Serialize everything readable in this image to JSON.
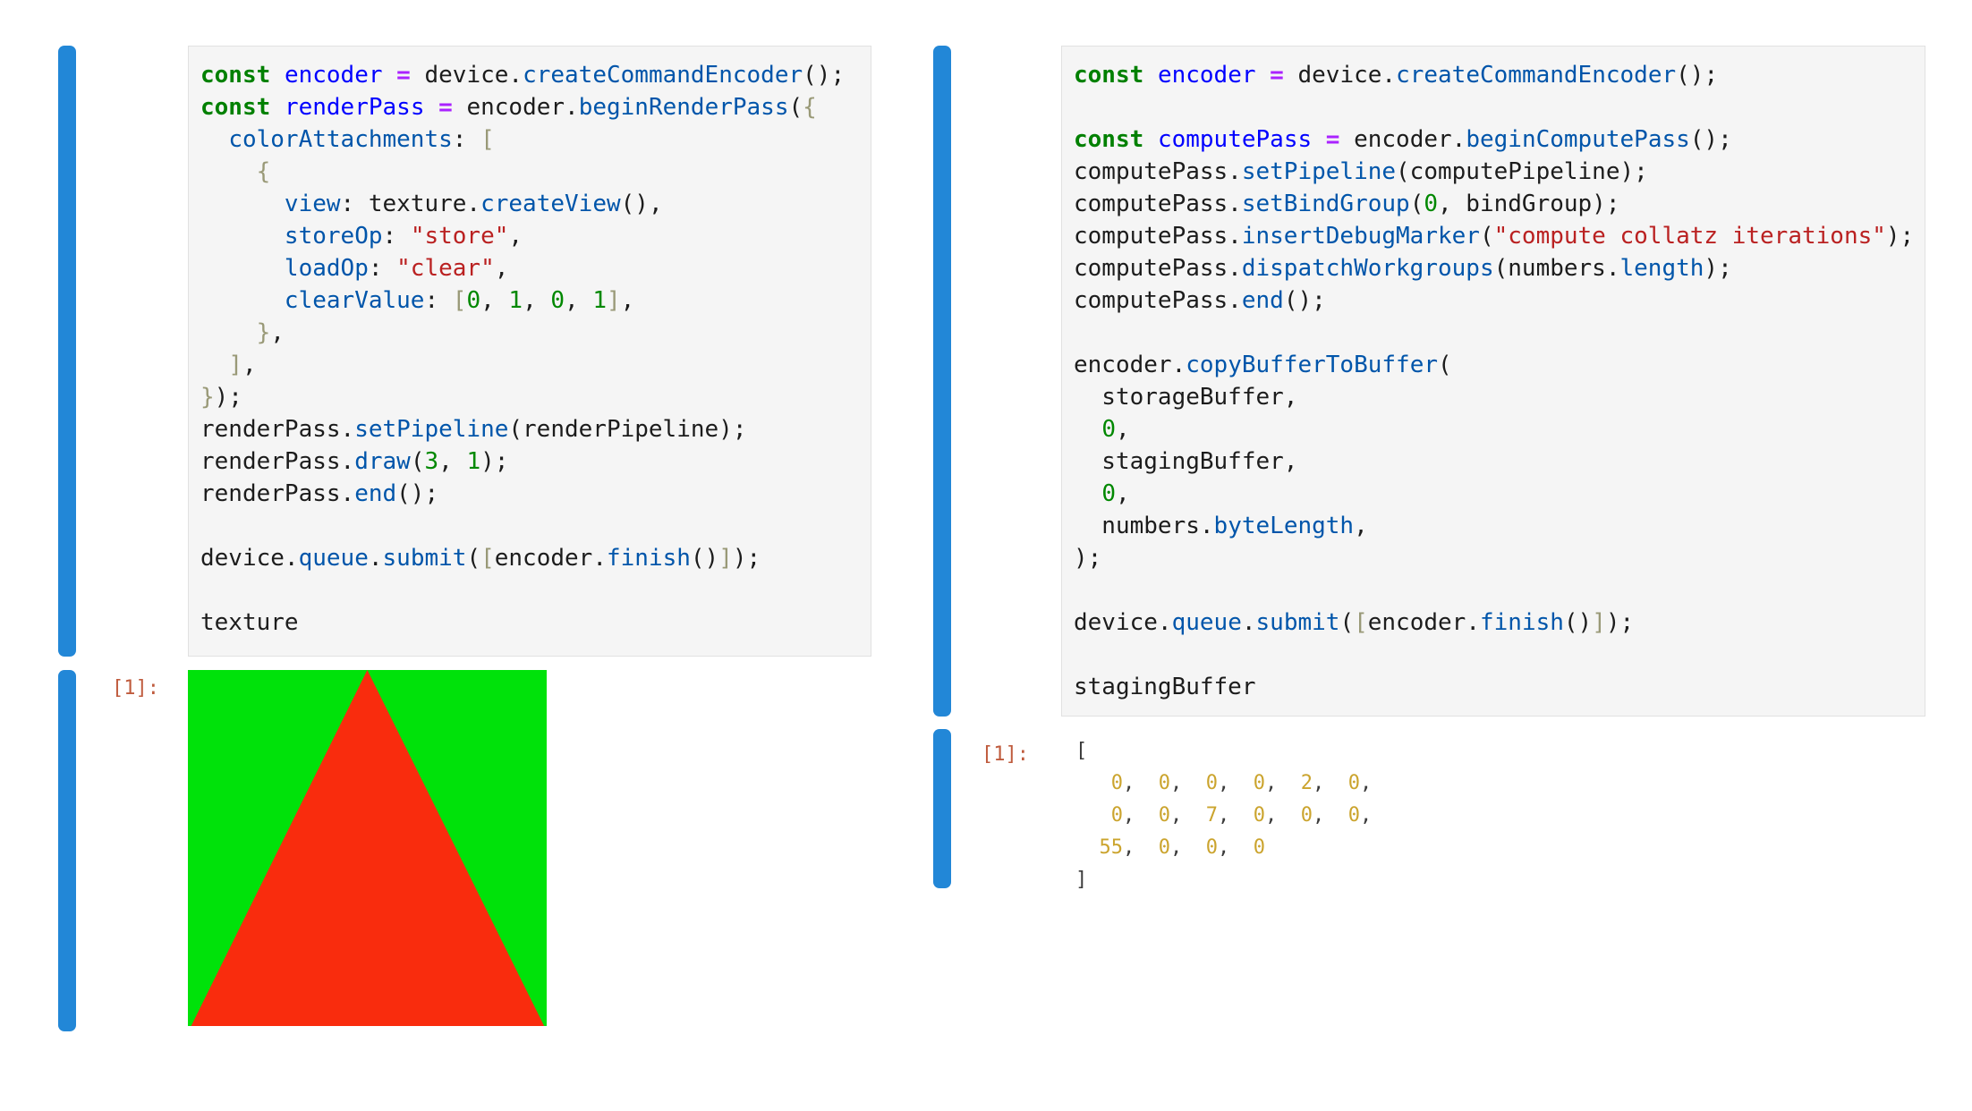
{
  "colors": {
    "bar": "#2287d7",
    "cell-bg": "#f5f5f5",
    "cell-border": "#e1e1e1",
    "prompt": "#bf5b3d",
    "kw": "#008000",
    "def": "#0000ff",
    "op": "#aa22ff",
    "prop": "#0055aa",
    "str": "#ba2121",
    "num": "#008800",
    "brk": "#999977",
    "pln": "#1c1c1c",
    "onum": "#cba42e",
    "opln": "#3b3b3b",
    "img-bg": "#00e20a",
    "img-tri": "#f92c0d"
  },
  "left": {
    "output_prompt": "[1]:",
    "code_lines": [
      [
        [
          "kw",
          "const"
        ],
        [
          "pln",
          " "
        ],
        [
          "def",
          "encoder"
        ],
        [
          "pln",
          " "
        ],
        [
          "op",
          "="
        ],
        [
          "pln",
          " device."
        ],
        [
          "prop",
          "createCommandEncoder"
        ],
        [
          "pln",
          "();"
        ]
      ],
      [
        [
          "kw",
          "const"
        ],
        [
          "pln",
          " "
        ],
        [
          "def",
          "renderPass"
        ],
        [
          "pln",
          " "
        ],
        [
          "op",
          "="
        ],
        [
          "pln",
          " encoder."
        ],
        [
          "prop",
          "beginRenderPass"
        ],
        [
          "pln",
          "("
        ],
        [
          "brk",
          "{"
        ]
      ],
      [
        [
          "pln",
          "  "
        ],
        [
          "prop",
          "colorAttachments"
        ],
        [
          "pln",
          ": "
        ],
        [
          "brk",
          "["
        ]
      ],
      [
        [
          "pln",
          "    "
        ],
        [
          "brk",
          "{"
        ]
      ],
      [
        [
          "pln",
          "      "
        ],
        [
          "prop",
          "view"
        ],
        [
          "pln",
          ": texture."
        ],
        [
          "prop",
          "createView"
        ],
        [
          "pln",
          "(),"
        ]
      ],
      [
        [
          "pln",
          "      "
        ],
        [
          "prop",
          "storeOp"
        ],
        [
          "pln",
          ": "
        ],
        [
          "str",
          "\"store\""
        ],
        [
          "pln",
          ","
        ]
      ],
      [
        [
          "pln",
          "      "
        ],
        [
          "prop",
          "loadOp"
        ],
        [
          "pln",
          ": "
        ],
        [
          "str",
          "\"clear\""
        ],
        [
          "pln",
          ","
        ]
      ],
      [
        [
          "pln",
          "      "
        ],
        [
          "prop",
          "clearValue"
        ],
        [
          "pln",
          ": "
        ],
        [
          "brk",
          "["
        ],
        [
          "num",
          "0"
        ],
        [
          "pln",
          ", "
        ],
        [
          "num",
          "1"
        ],
        [
          "pln",
          ", "
        ],
        [
          "num",
          "0"
        ],
        [
          "pln",
          ", "
        ],
        [
          "num",
          "1"
        ],
        [
          "brk",
          "]"
        ],
        [
          "pln",
          ","
        ]
      ],
      [
        [
          "pln",
          "    "
        ],
        [
          "brk",
          "}"
        ],
        [
          "pln",
          ","
        ]
      ],
      [
        [
          "pln",
          "  "
        ],
        [
          "brk",
          "]"
        ],
        [
          "pln",
          ","
        ]
      ],
      [
        [
          "brk",
          "}"
        ],
        [
          "pln",
          ");"
        ]
      ],
      [
        [
          "pln",
          "renderPass."
        ],
        [
          "prop",
          "setPipeline"
        ],
        [
          "pln",
          "(renderPipeline);"
        ]
      ],
      [
        [
          "pln",
          "renderPass."
        ],
        [
          "prop",
          "draw"
        ],
        [
          "pln",
          "("
        ],
        [
          "num",
          "3"
        ],
        [
          "pln",
          ", "
        ],
        [
          "num",
          "1"
        ],
        [
          "pln",
          ");"
        ]
      ],
      [
        [
          "pln",
          "renderPass."
        ],
        [
          "prop",
          "end"
        ],
        [
          "pln",
          "();"
        ]
      ],
      [],
      [
        [
          "pln",
          "device."
        ],
        [
          "prop",
          "queue"
        ],
        [
          "pln",
          "."
        ],
        [
          "prop",
          "submit"
        ],
        [
          "pln",
          "("
        ],
        [
          "brk",
          "["
        ],
        [
          "pln",
          "encoder."
        ],
        [
          "prop",
          "finish"
        ],
        [
          "pln",
          "()"
        ],
        [
          "brk",
          "]"
        ],
        [
          "pln",
          ");"
        ]
      ],
      [],
      [
        [
          "pln",
          "texture"
        ]
      ]
    ]
  },
  "right": {
    "output_prompt": "[1]:",
    "code_lines": [
      [
        [
          "kw",
          "const"
        ],
        [
          "pln",
          " "
        ],
        [
          "def",
          "encoder"
        ],
        [
          "pln",
          " "
        ],
        [
          "op",
          "="
        ],
        [
          "pln",
          " device."
        ],
        [
          "prop",
          "createCommandEncoder"
        ],
        [
          "pln",
          "();"
        ]
      ],
      [],
      [
        [
          "kw",
          "const"
        ],
        [
          "pln",
          " "
        ],
        [
          "def",
          "computePass"
        ],
        [
          "pln",
          " "
        ],
        [
          "op",
          "="
        ],
        [
          "pln",
          " encoder."
        ],
        [
          "prop",
          "beginComputePass"
        ],
        [
          "pln",
          "();"
        ]
      ],
      [
        [
          "pln",
          "computePass."
        ],
        [
          "prop",
          "setPipeline"
        ],
        [
          "pln",
          "(computePipeline);"
        ]
      ],
      [
        [
          "pln",
          "computePass."
        ],
        [
          "prop",
          "setBindGroup"
        ],
        [
          "pln",
          "("
        ],
        [
          "num",
          "0"
        ],
        [
          "pln",
          ", bindGroup);"
        ]
      ],
      [
        [
          "pln",
          "computePass."
        ],
        [
          "prop",
          "insertDebugMarker"
        ],
        [
          "pln",
          "("
        ],
        [
          "str",
          "\"compute collatz iterations\""
        ],
        [
          "pln",
          ");"
        ]
      ],
      [
        [
          "pln",
          "computePass."
        ],
        [
          "prop",
          "dispatchWorkgroups"
        ],
        [
          "pln",
          "(numbers."
        ],
        [
          "prop",
          "length"
        ],
        [
          "pln",
          ");"
        ]
      ],
      [
        [
          "pln",
          "computePass."
        ],
        [
          "prop",
          "end"
        ],
        [
          "pln",
          "();"
        ]
      ],
      [],
      [
        [
          "pln",
          "encoder."
        ],
        [
          "prop",
          "copyBufferToBuffer"
        ],
        [
          "pln",
          "("
        ]
      ],
      [
        [
          "pln",
          "  storageBuffer,"
        ]
      ],
      [
        [
          "pln",
          "  "
        ],
        [
          "num",
          "0"
        ],
        [
          "pln",
          ","
        ]
      ],
      [
        [
          "pln",
          "  stagingBuffer,"
        ]
      ],
      [
        [
          "pln",
          "  "
        ],
        [
          "num",
          "0"
        ],
        [
          "pln",
          ","
        ]
      ],
      [
        [
          "pln",
          "  numbers."
        ],
        [
          "prop",
          "byteLength"
        ],
        [
          "pln",
          ","
        ]
      ],
      [
        [
          "pln",
          ");"
        ]
      ],
      [],
      [
        [
          "pln",
          "device."
        ],
        [
          "prop",
          "queue"
        ],
        [
          "pln",
          "."
        ],
        [
          "prop",
          "submit"
        ],
        [
          "pln",
          "("
        ],
        [
          "brk",
          "["
        ],
        [
          "pln",
          "encoder."
        ],
        [
          "prop",
          "finish"
        ],
        [
          "pln",
          "()"
        ],
        [
          "brk",
          "]"
        ],
        [
          "pln",
          ");"
        ]
      ],
      [],
      [
        [
          "pln",
          "stagingBuffer"
        ]
      ]
    ],
    "output_lines": [
      [
        [
          "opln",
          "["
        ]
      ],
      [
        [
          "opln",
          "   "
        ],
        [
          "onum",
          "0"
        ],
        [
          "opln",
          ",  "
        ],
        [
          "onum",
          "0"
        ],
        [
          "opln",
          ",  "
        ],
        [
          "onum",
          "0"
        ],
        [
          "opln",
          ",  "
        ],
        [
          "onum",
          "0"
        ],
        [
          "opln",
          ",  "
        ],
        [
          "onum",
          "2"
        ],
        [
          "opln",
          ",  "
        ],
        [
          "onum",
          "0"
        ],
        [
          "opln",
          ","
        ]
      ],
      [
        [
          "opln",
          "   "
        ],
        [
          "onum",
          "0"
        ],
        [
          "opln",
          ",  "
        ],
        [
          "onum",
          "0"
        ],
        [
          "opln",
          ",  "
        ],
        [
          "onum",
          "7"
        ],
        [
          "opln",
          ",  "
        ],
        [
          "onum",
          "0"
        ],
        [
          "opln",
          ",  "
        ],
        [
          "onum",
          "0"
        ],
        [
          "opln",
          ",  "
        ],
        [
          "onum",
          "0"
        ],
        [
          "opln",
          ","
        ]
      ],
      [
        [
          "opln",
          "  "
        ],
        [
          "onum",
          "55"
        ],
        [
          "opln",
          ",  "
        ],
        [
          "onum",
          "0"
        ],
        [
          "opln",
          ",  "
        ],
        [
          "onum",
          "0"
        ],
        [
          "opln",
          ",  "
        ],
        [
          "onum",
          "0"
        ]
      ],
      [
        [
          "opln",
          "]"
        ]
      ]
    ]
  }
}
